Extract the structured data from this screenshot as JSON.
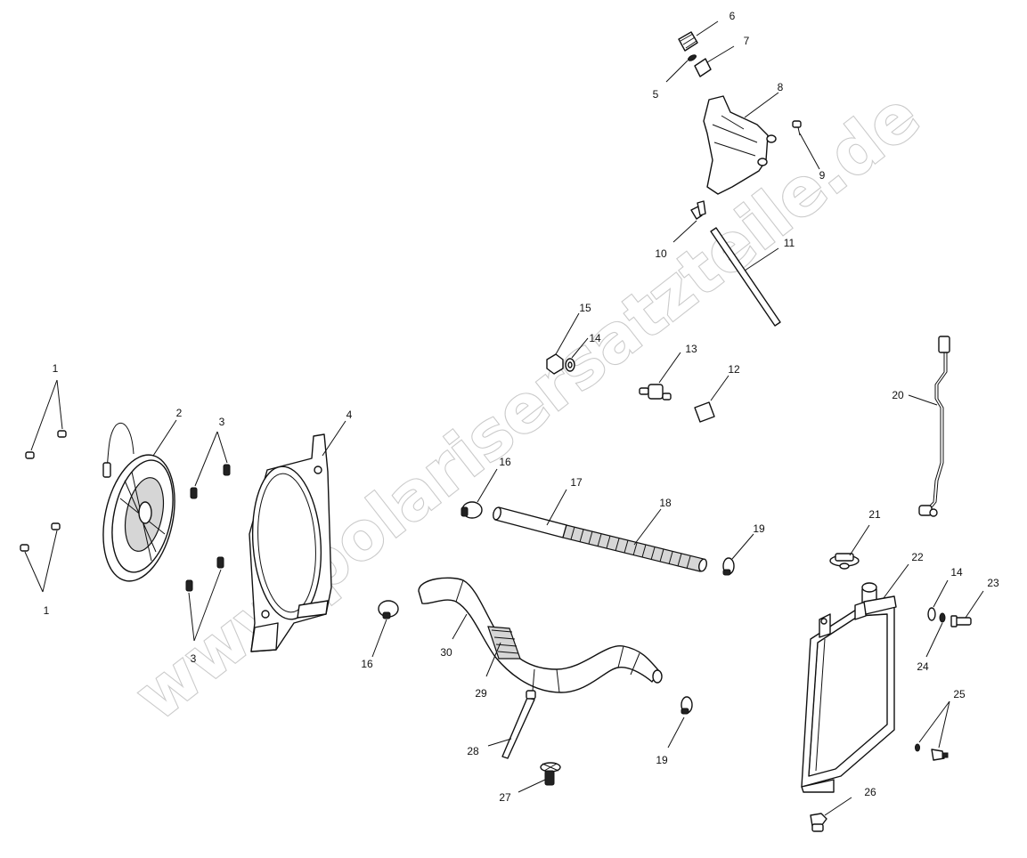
{
  "watermark": "www.polarisersatzteile.de",
  "callouts": [
    "1",
    "1",
    "2",
    "3",
    "3",
    "4",
    "5",
    "6",
    "7",
    "8",
    "9",
    "10",
    "11",
    "12",
    "13",
    "14",
    "14",
    "15",
    "16",
    "16",
    "17",
    "18",
    "19",
    "19",
    "20",
    "21",
    "22",
    "23",
    "24",
    "25",
    "26",
    "27",
    "28",
    "29",
    "30"
  ]
}
